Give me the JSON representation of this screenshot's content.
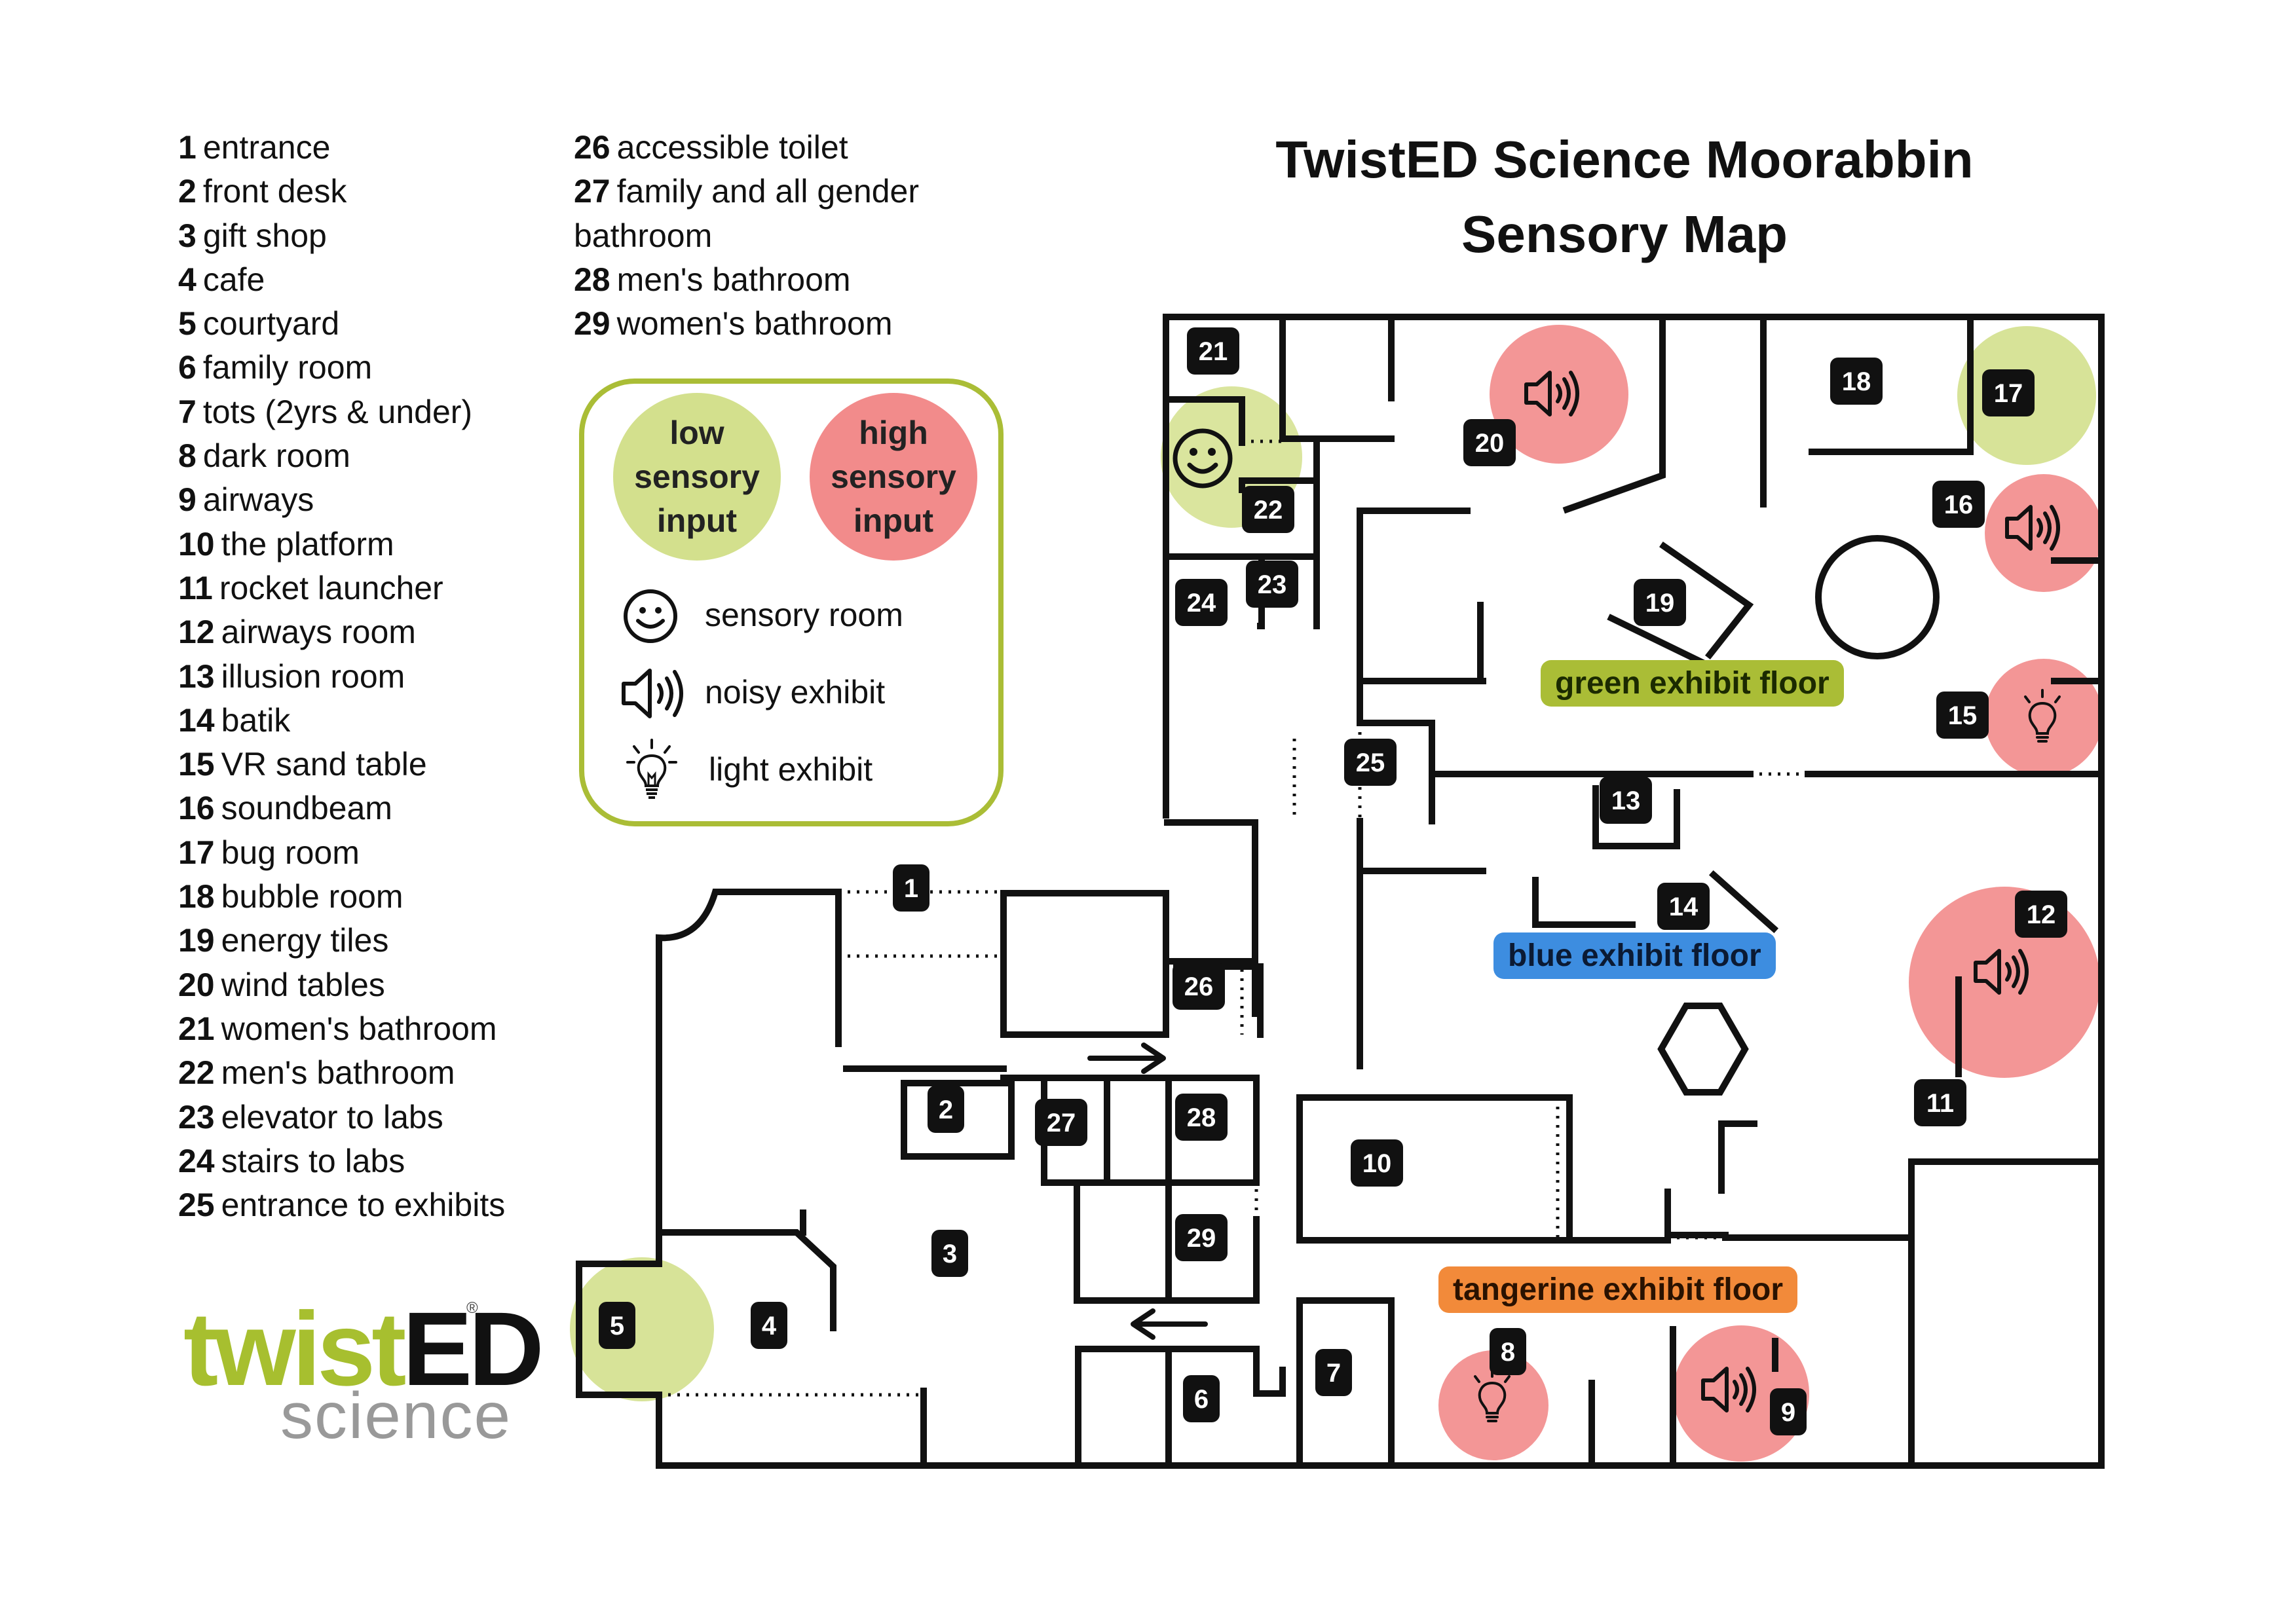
{
  "legend": {
    "column1": [
      {
        "num": "1",
        "label": "entrance"
      },
      {
        "num": "2",
        "label": "front desk"
      },
      {
        "num": "3",
        "label": "gift shop"
      },
      {
        "num": "4",
        "label": "cafe"
      },
      {
        "num": "5",
        "label": "courtyard"
      },
      {
        "num": "6",
        "label": "family room"
      },
      {
        "num": "7",
        "label": "tots (2yrs & under)"
      },
      {
        "num": "8",
        "label": "dark room"
      },
      {
        "num": "9",
        "label": "airways"
      },
      {
        "num": "10",
        "label": "the platform"
      },
      {
        "num": "11",
        "label": "rocket launcher"
      },
      {
        "num": "12",
        "label": "airways room"
      },
      {
        "num": "13",
        "label": "illusion room"
      },
      {
        "num": "14",
        "label": "batik"
      },
      {
        "num": "15",
        "label": "VR sand table"
      },
      {
        "num": "16",
        "label": "soundbeam"
      },
      {
        "num": "17",
        "label": "bug room"
      },
      {
        "num": "18",
        "label": "bubble room"
      },
      {
        "num": "19",
        "label": "energy tiles"
      },
      {
        "num": "20",
        "label": "wind tables"
      },
      {
        "num": "21",
        "label": "women's bathroom"
      },
      {
        "num": "22",
        "label": "men's bathroom"
      },
      {
        "num": "23",
        "label": "elevator to labs"
      },
      {
        "num": "24",
        "label": "stairs to labs"
      },
      {
        "num": "25",
        "label": "entrance to exhibits"
      }
    ],
    "column2": [
      {
        "num": "26",
        "label": "accessible toilet"
      },
      {
        "num": "27",
        "label": "family and all gender bathroom"
      },
      {
        "num": "28",
        "label": "men's bathroom"
      },
      {
        "num": "29",
        "label": "women's bathroom"
      }
    ]
  },
  "title": {
    "line1": "TwistED Science Moorabbin",
    "line2": "Sensory Map"
  },
  "key": {
    "low_label": "low sensory input",
    "high_label": "high sensory input",
    "low_color": "#d3e08d",
    "high_color": "#f28b8b",
    "border_color": "#aabd36",
    "rows": [
      {
        "icon": "smiley-icon",
        "label": "sensory room"
      },
      {
        "icon": "speaker-icon",
        "label": "noisy exhibit"
      },
      {
        "icon": "lightbulb-icon",
        "label": "light exhibit"
      }
    ]
  },
  "floors": {
    "green": {
      "label": "green exhibit floor",
      "color": "#aabd36"
    },
    "blue": {
      "label": "blue exhibit floor",
      "color": "#3d8de0"
    },
    "tangerine": {
      "label": "tangerine exhibit floor",
      "color": "#f28a3a"
    }
  },
  "room_badges": [
    "1",
    "2",
    "3",
    "4",
    "5",
    "6",
    "7",
    "8",
    "9",
    "10",
    "11",
    "12",
    "13",
    "14",
    "15",
    "16",
    "17",
    "18",
    "19",
    "20",
    "21",
    "22",
    "23",
    "24",
    "25",
    "26",
    "27",
    "28",
    "29"
  ],
  "zones": {
    "low_sensory": [
      "5",
      "17",
      "22"
    ],
    "high_sensory": [
      "8",
      "9",
      "12",
      "15",
      "16",
      "20"
    ]
  },
  "logo": {
    "twist": "twist",
    "ed": "ED",
    "science": "science",
    "registered": "®"
  }
}
